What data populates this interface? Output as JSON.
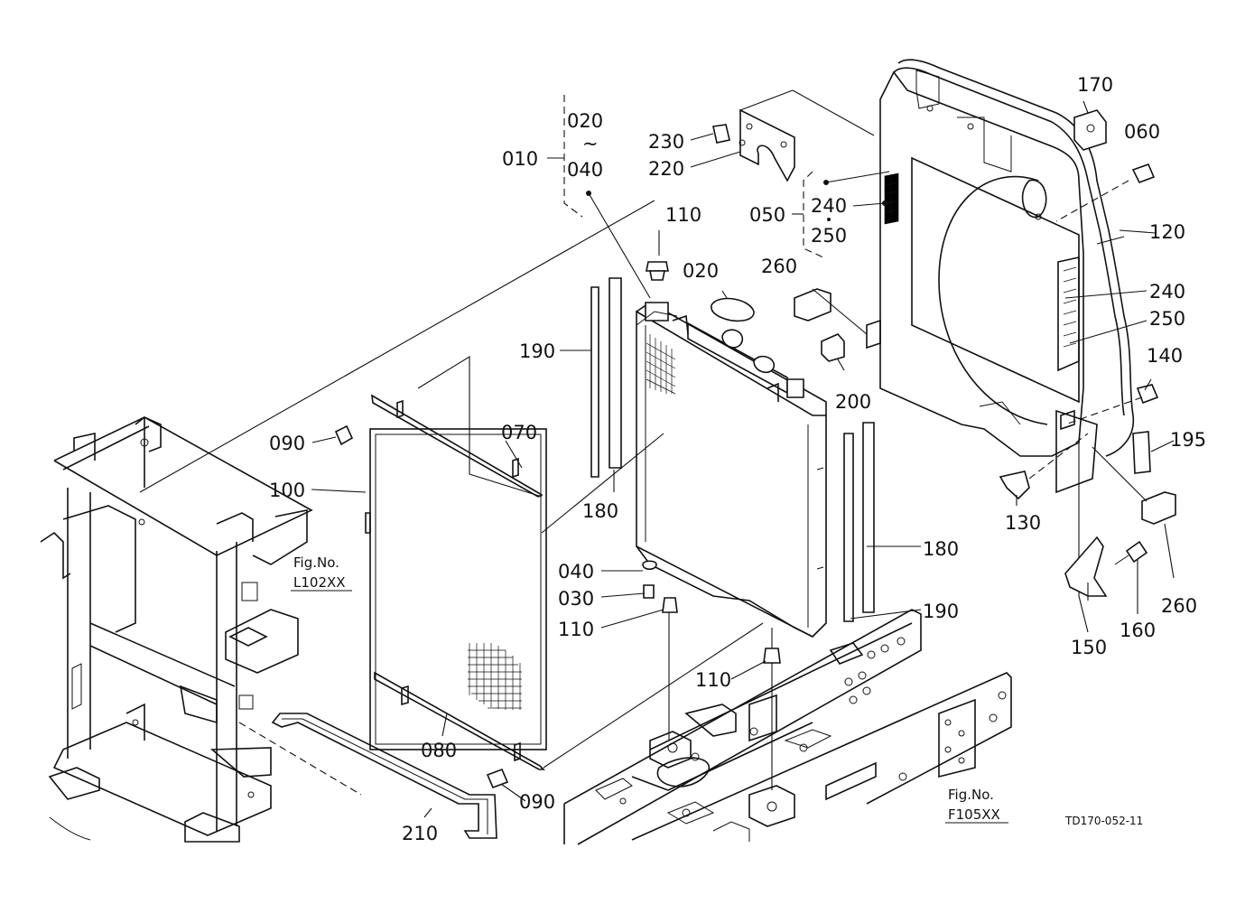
{
  "labels": {
    "p010": "010",
    "p020a": "020",
    "tilde": "~",
    "p040a": "040",
    "p230": "230",
    "p220": "220",
    "p110a": "110",
    "p020b": "020",
    "p050": "050",
    "p240a": "240",
    "p250a": "250",
    "p260a": "260",
    "p170": "170",
    "p060": "060",
    "p120": "120",
    "p240b": "240",
    "p250b": "250",
    "p140": "140",
    "p200": "200",
    "p190a": "190",
    "p180a": "180",
    "p090a": "090",
    "p070": "070",
    "p100": "100",
    "p195": "195",
    "p130": "130",
    "p260b": "260",
    "p150": "150",
    "p160": "160",
    "p180b": "180",
    "p190b": "190",
    "p040b": "040",
    "p030": "030",
    "p110b": "110",
    "p110c": "110",
    "p080": "080",
    "p090b": "090",
    "p210": "210"
  },
  "refs": {
    "fig_left_title": "Fig.No.",
    "fig_left_code": "L102XX",
    "fig_right_title": "Fig.No.",
    "fig_right_code": "F105XX"
  },
  "drawing_code": "TD170-052-11"
}
